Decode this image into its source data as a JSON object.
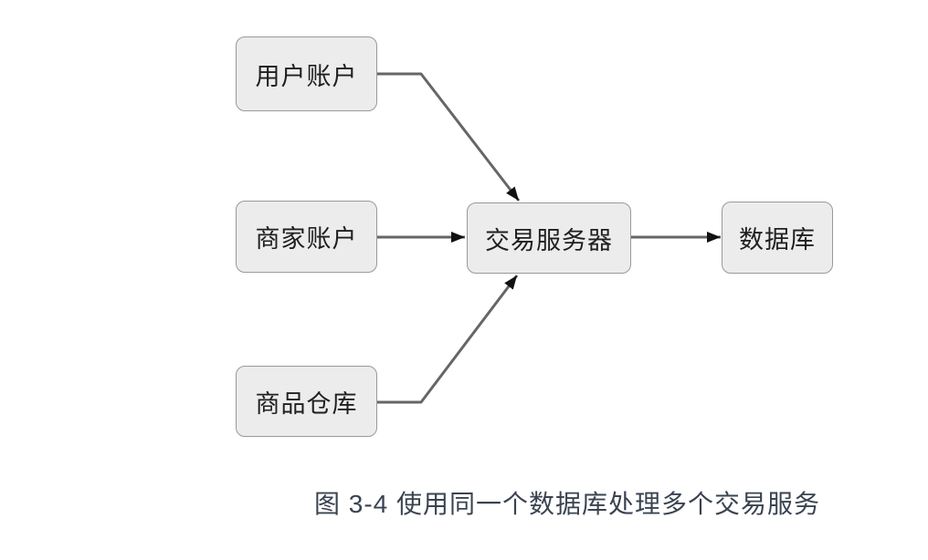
{
  "diagram": {
    "nodes": [
      {
        "id": "user-account",
        "label": "用户账户"
      },
      {
        "id": "merchant-account",
        "label": "商家账户"
      },
      {
        "id": "product-warehouse",
        "label": "商品仓库"
      },
      {
        "id": "transaction-server",
        "label": "交易服务器"
      },
      {
        "id": "database",
        "label": "数据库"
      }
    ],
    "edges": [
      {
        "from": "用户账户",
        "to": "交易服务器"
      },
      {
        "from": "商家账户",
        "to": "交易服务器"
      },
      {
        "from": "商品仓库",
        "to": "交易服务器"
      },
      {
        "from": "交易服务器",
        "to": "数据库"
      }
    ],
    "caption": "图 3-4 使用同一个数据库处理多个交易服务",
    "colors": {
      "node_fill": "#ececec",
      "node_border": "#999999",
      "node_text": "#1f1f1f",
      "connector_line": "#666666",
      "arrowhead": "#111111",
      "caption_text": "#3a4350",
      "background": "#ffffff"
    }
  }
}
